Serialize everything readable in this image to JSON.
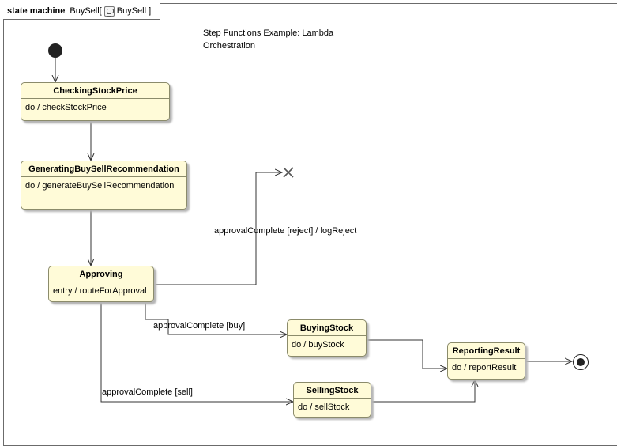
{
  "frame": {
    "keyword": "state machine",
    "name_prefix": "BuySell[",
    "name_suffix": "BuySell ]"
  },
  "note": "Step Functions Example: Lambda Orchestration",
  "states": {
    "checking": {
      "name": "CheckingStockPrice",
      "activity": "do / checkStockPrice"
    },
    "generating": {
      "name": "GeneratingBuySellRecommendation",
      "activity": "do / generateBuySellRecommendation"
    },
    "approving": {
      "name": "Approving",
      "activity": "entry / routeForApproval"
    },
    "buying": {
      "name": "BuyingStock",
      "activity": "do / buyStock"
    },
    "selling": {
      "name": "SellingStock",
      "activity": "do / sellStock"
    },
    "reporting": {
      "name": "ReportingResult",
      "activity": "do / reportResult"
    }
  },
  "transitions": {
    "reject": "approvalComplete [reject] / logReject",
    "buy": "approvalComplete [buy]",
    "sell": "approvalComplete [sell]"
  },
  "colors": {
    "state_fill": "#fffbd8",
    "state_border": "#8b8b6b",
    "line": "#333333"
  }
}
